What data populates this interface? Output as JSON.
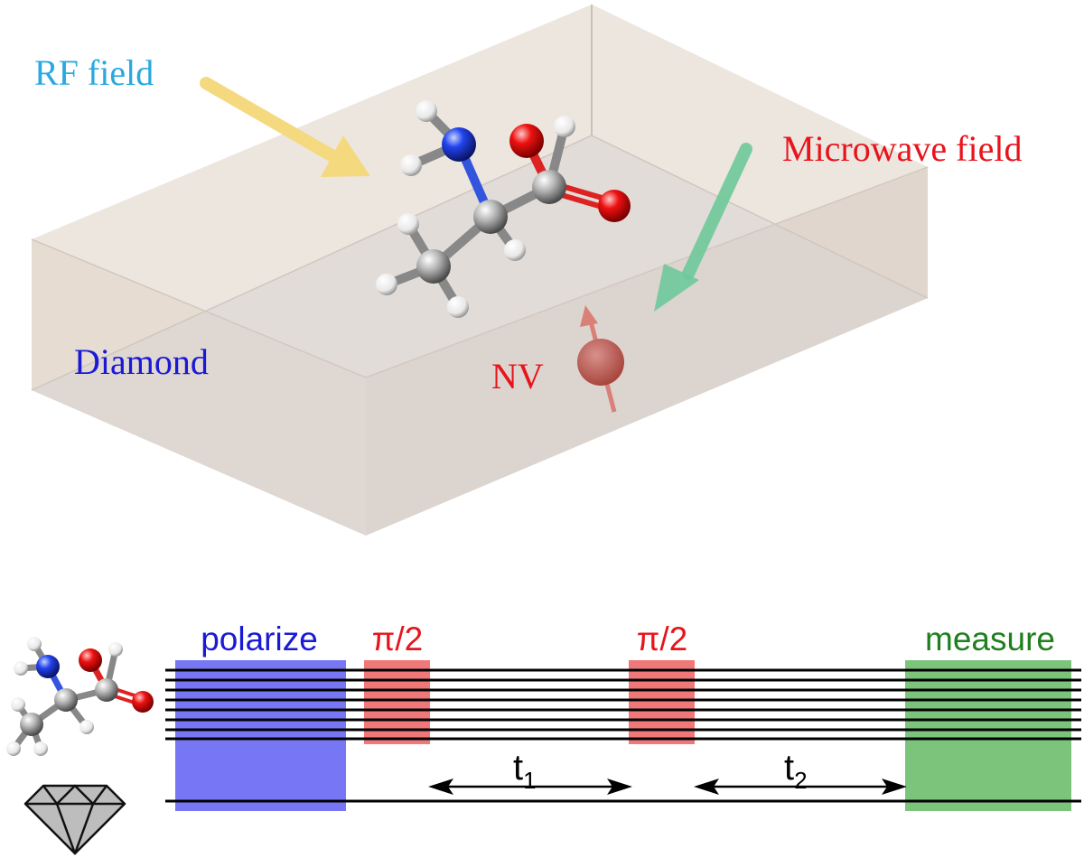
{
  "scene": {
    "labels": {
      "rf_field": "RF field",
      "microwave_field": "Microwave field",
      "diamond": "Diamond",
      "nv": "NV"
    },
    "colors": {
      "rf_label": "#29a9e0",
      "microwave_label": "#e8141c",
      "diamond_label": "#1a1ad6",
      "nv_label": "#e8141c",
      "rf_arrow": "#f5d97f",
      "microwave_arrow": "#6fc99b",
      "nv_spin": "#b9443c",
      "slab_top": "#ece6df",
      "slab_front": "#e6dcd2",
      "slab_back": "#cfc6c0"
    }
  },
  "sequence": {
    "labels": {
      "polarize": "polarize",
      "pulse_1": "π/2",
      "pulse_2": "π/2",
      "measure": "measure",
      "t1_base": "t",
      "t1_sub": "1",
      "t2_base": "t",
      "t2_sub": "2"
    },
    "colors": {
      "polarize_block": "#7777f6",
      "polarize_text": "#1a1ad6",
      "pulse_block": "#f07878",
      "pulse_text": "#e8141c",
      "measure_block": "#7cc37c",
      "measure_text": "#1f7f1f",
      "lines": "#000000"
    }
  }
}
